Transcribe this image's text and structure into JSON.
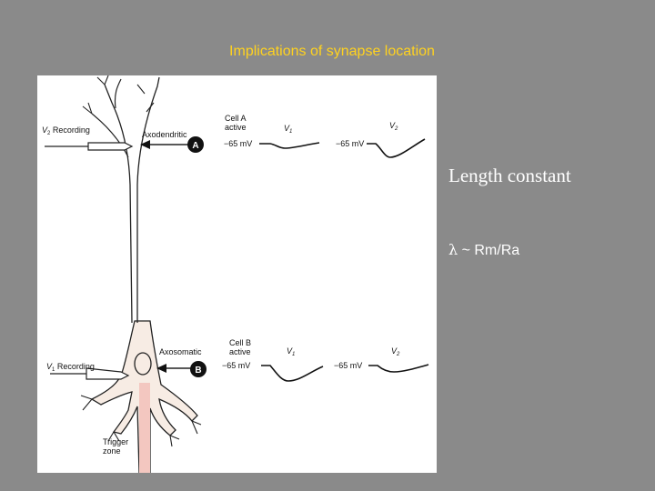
{
  "slide": {
    "title": "Implications of synapse location",
    "title_color": "#ffd21f",
    "background": "#8a8a8a"
  },
  "right_panel": {
    "length_constant": "Length constant",
    "lambda_symbol": "λ",
    "ratio_text": " ~ Rm/Ra"
  },
  "figure": {
    "v2_recording": "Recording",
    "v1_recording": "Recording",
    "v_letter": "V",
    "sub1": "1",
    "sub2": "2",
    "axodendritic": "Axodendritic",
    "axosomatic": "Axosomatic",
    "cell_a_label": "A",
    "cell_b_label": "B",
    "cell_a_line1": "Cell A",
    "cell_a_line2": "active",
    "cell_b_line1": "Cell B",
    "cell_b_line2": "active",
    "rest_potential": "−65 mV",
    "trigger_line1": "Trigger",
    "trigger_line2": "zone"
  }
}
